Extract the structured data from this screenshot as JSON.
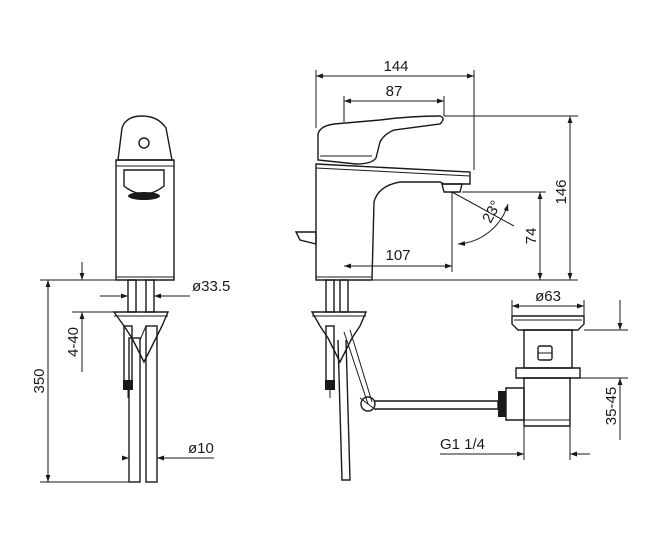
{
  "dimensions": {
    "overall_length": "144",
    "handle_length": "87",
    "overall_height": "146",
    "spout_height": "74",
    "spout_reach": "107",
    "swivel_angle": "23°",
    "base_diameter": "ø33.5",
    "worktop_thickness": "4-40",
    "hose_length": "350",
    "hose_diameter": "ø10",
    "waste_flange_diameter": "ø63",
    "waste_thread": "G1 1/4",
    "waste_range": "35-45"
  }
}
